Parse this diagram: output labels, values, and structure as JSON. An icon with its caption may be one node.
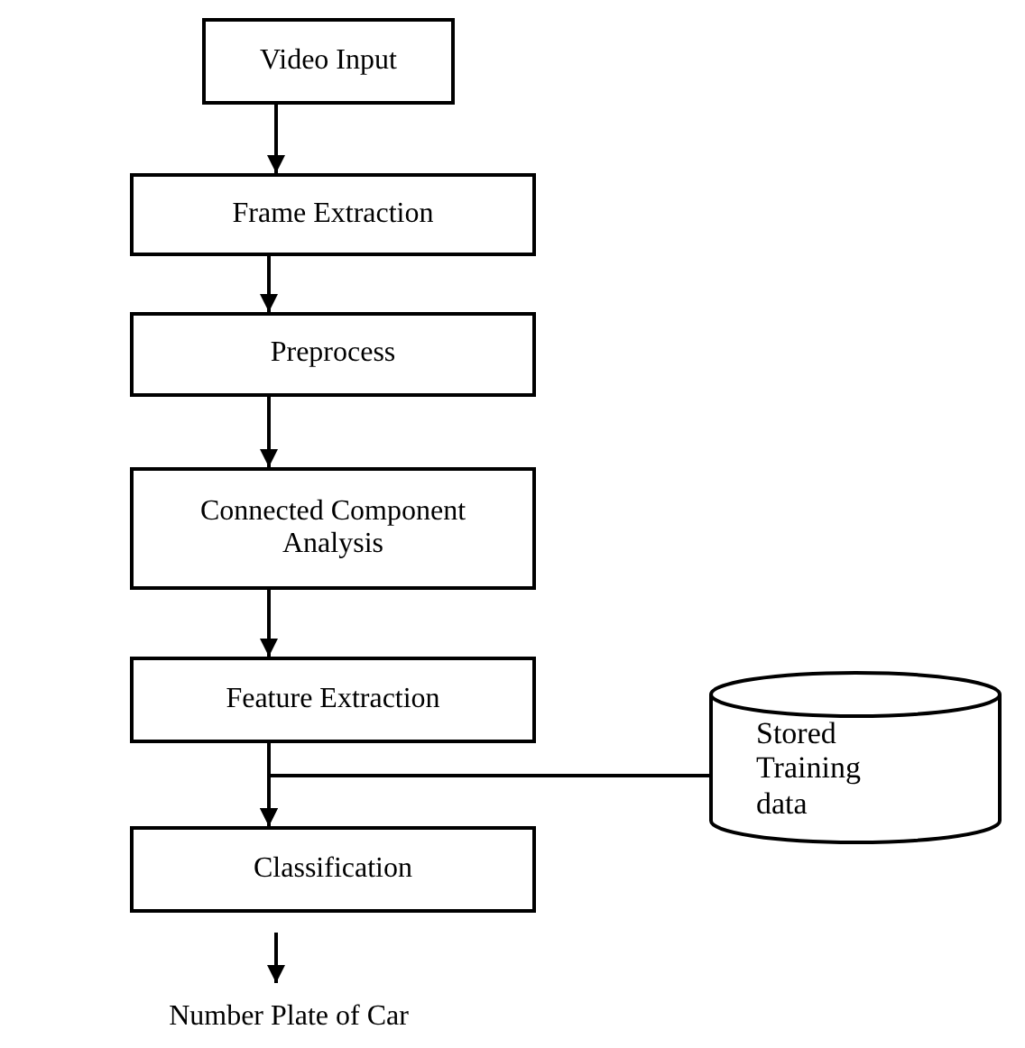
{
  "diagram": {
    "nodes": [
      {
        "text": [
          "Video Input"
        ]
      },
      {
        "text": [
          "Frame Extraction"
        ]
      },
      {
        "text": [
          "Preprocess"
        ]
      },
      {
        "text": [
          "Connected Component Analysis"
        ]
      },
      {
        "text": [
          "Feature Extraction"
        ]
      },
      {
        "text": [
          "Stored Training data"
        ]
      },
      {
        "text": [
          "Classification"
        ]
      },
      {
        "text": [
          "Number Plate of Car"
        ]
      }
    ],
    "edges": [
      {
        "from": 0,
        "to": 1,
        "arrow": "to"
      },
      {
        "from": 1,
        "to": 2,
        "arrow": "to"
      },
      {
        "from": 2,
        "to": 3,
        "arrow": "to"
      },
      {
        "from": 3,
        "to": 4,
        "arrow": "to"
      },
      {
        "from": 4,
        "to": 6,
        "arrow": "to"
      },
      {
        "from": 5,
        "to": 6,
        "arrow": "to"
      },
      {
        "from": 6,
        "to": 7,
        "arrow": "to"
      }
    ]
  }
}
